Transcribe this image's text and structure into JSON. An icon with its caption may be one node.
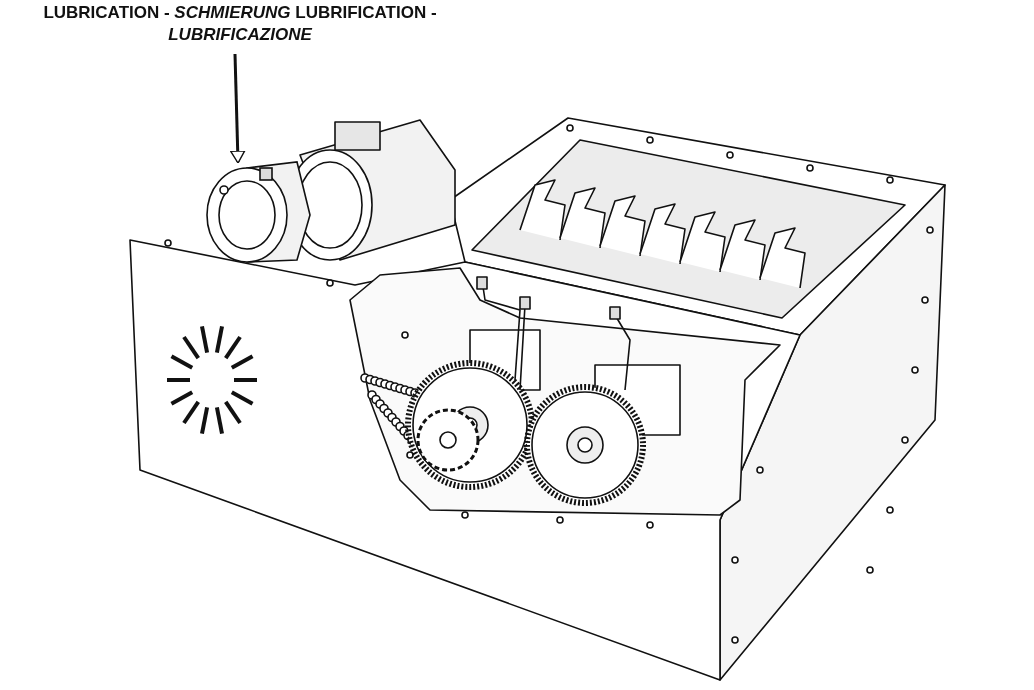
{
  "diagram": {
    "nodes": [
      {
        "text": [
          "LUBRICATION - *SCHMIERUNG* LUBRIFICATION - *LUBRIFICAZIONE*"
        ]
      },
      {
        "text": [],
        "shape": "picture"
      }
    ],
    "edges": [
      {
        "from": 0,
        "to": 1,
        "arrow": "to"
      }
    ]
  }
}
